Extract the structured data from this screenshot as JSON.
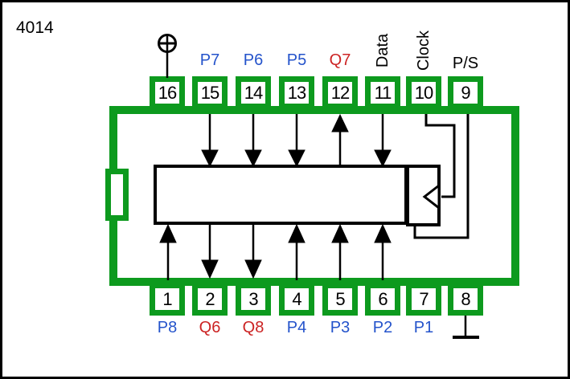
{
  "title": "4014",
  "colors": {
    "chip_green": "#0d9a1e",
    "input_blue": "#2453cb",
    "output_red": "#cc2424",
    "label_black": "#000000"
  },
  "top_pins": [
    {
      "number": "16",
      "label": "",
      "role": "power",
      "icon": "power-plus-icon"
    },
    {
      "number": "15",
      "label": "P7",
      "role": "input"
    },
    {
      "number": "14",
      "label": "P6",
      "role": "input"
    },
    {
      "number": "13",
      "label": "P5",
      "role": "input"
    },
    {
      "number": "12",
      "label": "Q7",
      "role": "output"
    },
    {
      "number": "11",
      "label": "Data",
      "role": "control",
      "vertical": true
    },
    {
      "number": "10",
      "label": "Clock",
      "role": "control",
      "vertical": true
    },
    {
      "number": "9",
      "label": "P/S",
      "role": "control"
    }
  ],
  "bottom_pins": [
    {
      "number": "1",
      "label": "P8",
      "role": "input"
    },
    {
      "number": "2",
      "label": "Q6",
      "role": "output"
    },
    {
      "number": "3",
      "label": "Q8",
      "role": "output"
    },
    {
      "number": "4",
      "label": "P4",
      "role": "input"
    },
    {
      "number": "5",
      "label": "P3",
      "role": "input"
    },
    {
      "number": "6",
      "label": "P2",
      "role": "input"
    },
    {
      "number": "7",
      "label": "P1",
      "role": "input"
    },
    {
      "number": "8",
      "label": "",
      "role": "ground",
      "icon": "ground-icon"
    }
  ]
}
